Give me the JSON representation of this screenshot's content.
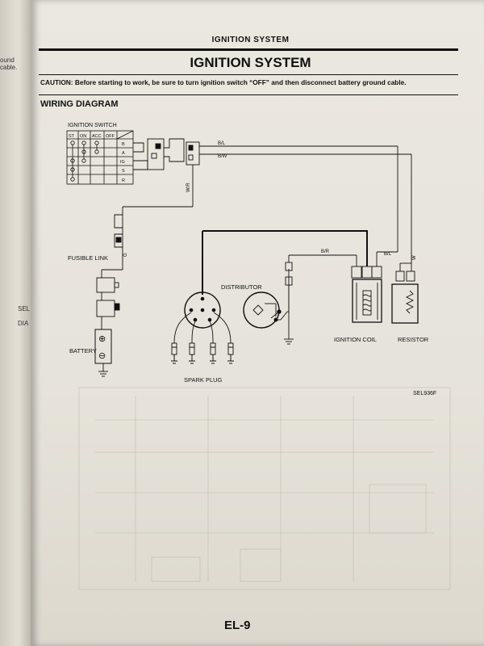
{
  "header": {
    "section_small": "IGNITION SYSTEM",
    "section_big": "IGNITION SYSTEM",
    "caution_label": "CAUTION:",
    "caution_text": "Before starting to work, be sure to turn ignition switch “OFF” and then disconnect battery ground cable.",
    "section_title": "WIRING DIAGRAM"
  },
  "diagram": {
    "ignition_switch": {
      "title": "IGNITION SWITCH",
      "columns": [
        "ST",
        "ON",
        "ACC",
        "OFF"
      ],
      "rows": [
        "B",
        "A",
        "IG",
        "S",
        "R"
      ]
    },
    "wires": {
      "bl": "B/L",
      "bw": "B/W",
      "wr": "W/R",
      "g": "G",
      "br": "B/R",
      "bl2": "B/L",
      "w": "W"
    },
    "labels": {
      "fusible_link": "FUSIBLE LINK",
      "battery": "BATTERY",
      "distributor": "DISTRIBUTOR",
      "spark_plug": "SPARK PLUG",
      "ignition_coil": "IGNITION COIL",
      "resistor": "RESISTOR",
      "ref_code": "SEL936F"
    },
    "battery_symbols": {
      "plus": "⊕",
      "minus": "⊖"
    }
  },
  "left_page": {
    "fragments": [
      "ound cable.",
      "SEL",
      "DIA"
    ]
  },
  "footer": {
    "page_number": "EL-9"
  }
}
